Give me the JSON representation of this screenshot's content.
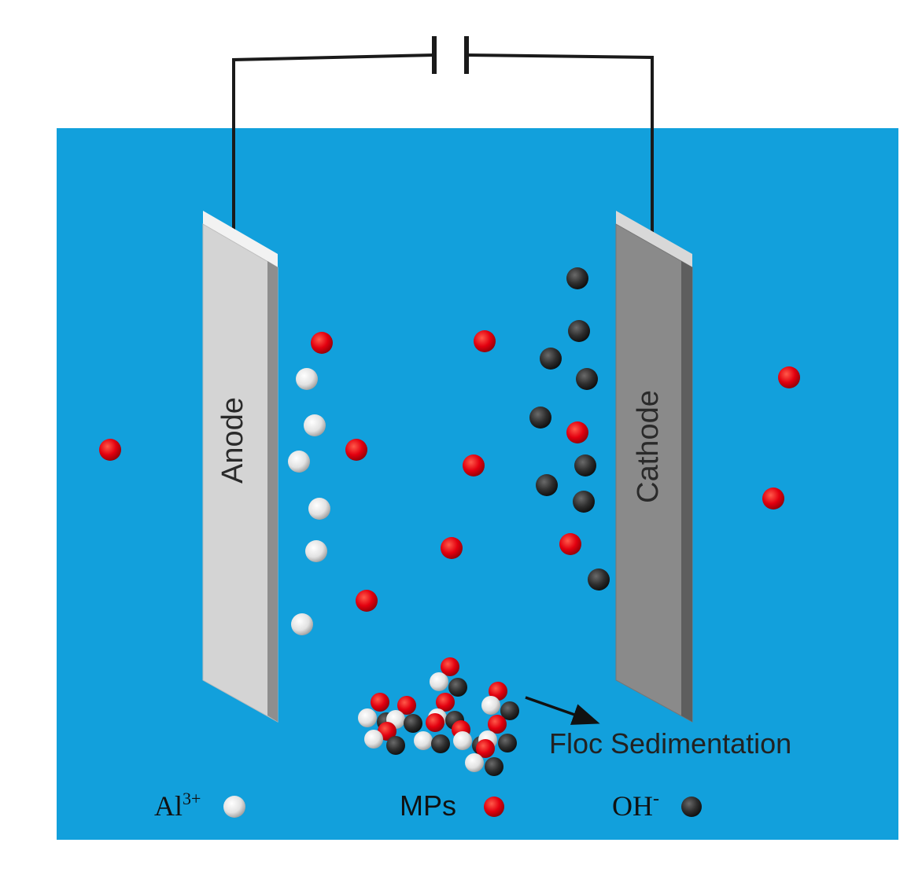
{
  "colors": {
    "water": "#12a0dc",
    "wire": "#1a1a1a",
    "anode_face": "#d4d4d4",
    "cathode_face": "#8a8a8a",
    "al_ion": "#f0f0f0",
    "microplastic": "#e3000f",
    "hydroxide": "#2e2e2e"
  },
  "electrodes": {
    "anode_label": "Anode",
    "cathode_label": "Cathode"
  },
  "floc_label": "Floc Sedimentation",
  "legend": {
    "al_base": "Al",
    "al_charge": "3+",
    "mps": "MPs",
    "oh_base": "OH",
    "oh_charge": "-"
  },
  "species": {
    "al_ion_icon": "white-sphere",
    "microplastic_icon": "red-sphere",
    "hydroxide_icon": "dark-sphere"
  }
}
